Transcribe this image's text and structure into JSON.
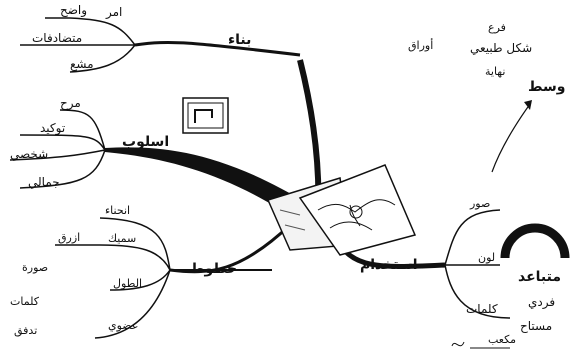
{
  "branches": {
    "top": {
      "label": "بناء",
      "leaves": [
        "واضح",
        "امر",
        "متضادفات",
        "مشع"
      ]
    },
    "upper_left": {
      "label": "اسلوب",
      "leaves": [
        "مرح",
        "توكيد",
        "شخصي",
        "جمالي"
      ]
    },
    "lower_left": {
      "label": "خطوط",
      "leaves": [
        "انحناء",
        "سميك",
        "ازرق",
        "صورة",
        "الطول",
        "كلمات",
        "عضوي",
        "تدفق"
      ]
    },
    "right": {
      "label": "استخدام",
      "leaves": [
        "صور",
        "لون",
        "كلمات"
      ]
    }
  },
  "notes": {
    "top_right": [
      "فرع",
      "شكل طبيعي",
      "أوراق",
      "نهاية",
      "وسط"
    ],
    "bottom_right": [
      "متباعد",
      "فردي",
      "مستاح"
    ],
    "signature": "مكعب"
  }
}
